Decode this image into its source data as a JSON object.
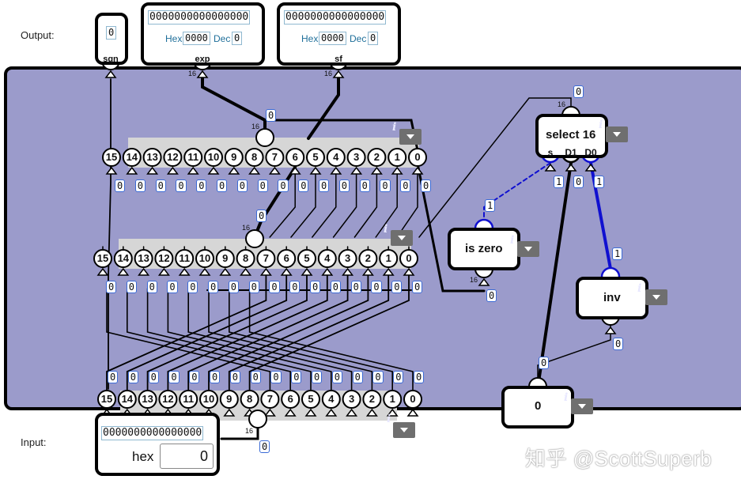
{
  "output": {
    "label": "Output:",
    "sgn": {
      "value": "0",
      "pin": "sgn"
    },
    "exp": {
      "bits": "0000000000000000",
      "hex_label": "Hex",
      "hex": "0000",
      "dec_label": "Dec",
      "dec": "0",
      "pin": "exp"
    },
    "sf": {
      "bits": "0000000000000000",
      "hex_label": "Hex",
      "hex": "0000",
      "dec_label": "Dec",
      "dec": "0",
      "pin": "sf"
    }
  },
  "input": {
    "label": "Input:",
    "bits": "0000000000000000",
    "hex_label": "hex",
    "hex_value": "0"
  },
  "bus_widths": {
    "w16": "16"
  },
  "splitter_rows": {
    "row1": [
      "15",
      "14",
      "13",
      "12",
      "11",
      "10",
      "9",
      "8",
      "7",
      "6",
      "5",
      "4",
      "3",
      "2",
      "1",
      "0"
    ],
    "row2": [
      "15",
      "14",
      "13",
      "12",
      "11",
      "10",
      "9",
      "8",
      "7",
      "6",
      "5",
      "4",
      "3",
      "2",
      "1",
      "0"
    ],
    "row3": [
      "15",
      "14",
      "13",
      "12",
      "11",
      "10",
      "9",
      "8",
      "7",
      "6",
      "5",
      "4",
      "3",
      "2",
      "1",
      "0"
    ]
  },
  "wire_values": {
    "row1": [
      "0",
      "0",
      "0",
      "0",
      "0",
      "0",
      "0",
      "0",
      "0",
      "0",
      "0",
      "0",
      "0",
      "0",
      "0",
      "0"
    ],
    "row2": [
      "0",
      "0",
      "0",
      "0",
      "0",
      "0",
      "0",
      "0",
      "0",
      "0",
      "0",
      "0",
      "0",
      "0",
      "0",
      "0"
    ],
    "row3": [
      "0",
      "0",
      "0",
      "0",
      "0",
      "0",
      "0",
      "0",
      "0",
      "0",
      "0",
      "0",
      "0",
      "0",
      "0",
      "0"
    ]
  },
  "components": {
    "select": {
      "title": "select 16",
      "pins": [
        "s",
        "D1",
        "D0"
      ],
      "out_value": "0",
      "s_value": "1",
      "d1_value": "0",
      "d0_value": "1"
    },
    "is_zero": {
      "title": "is zero",
      "out_value": "1",
      "in_value": "0"
    },
    "inv": {
      "title": "inv",
      "out_value": "1",
      "in_value": "0"
    },
    "const": {
      "title": "0",
      "out_value": "0"
    }
  },
  "bus_labels": {
    "top_bus": "0",
    "mid_bus": "0",
    "in_bus": "0"
  },
  "info_icon": "i",
  "watermark": "知乎 @ScottSuperb",
  "colors": {
    "board": "#9b9bcb",
    "wire": "#000000",
    "active": "#1010d0",
    "splitter": "#d6d6d6"
  }
}
